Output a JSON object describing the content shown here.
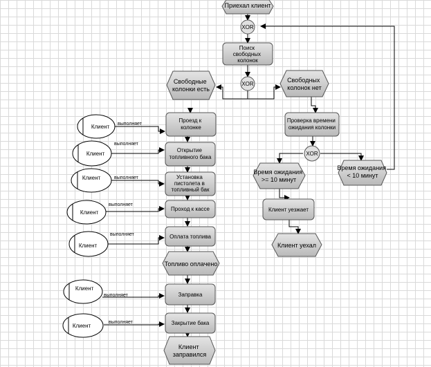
{
  "events": {
    "arrived": "Приехал клиент",
    "free_columns_yes": [
      "Свободные",
      "колонки есть"
    ],
    "free_columns_no": [
      "Свободных",
      "колонок нет"
    ],
    "wait_long": [
      "Время ожидания",
      ">= 10 минут"
    ],
    "wait_short": [
      "Время ожидания",
      "< 10 минут"
    ],
    "client_left": "Клиент уехал",
    "fuel_paid": "Топливо оплачено",
    "client_refueled": [
      "Клиент",
      "заправился"
    ]
  },
  "functions": {
    "search_columns": [
      "Поиск",
      "свободных",
      "колонок"
    ],
    "check_wait_time": [
      "Проверка времени",
      "ожидания колонки"
    ],
    "client_leaves": "Клиент уезжает",
    "drive_to_column": [
      "Проезд к",
      "колонке"
    ],
    "open_tank": [
      "Открытие",
      "топливного бака"
    ],
    "install_nozzle": [
      "Установка",
      "пистолета в",
      "топливный бак"
    ],
    "go_to_cashier": "Проход к кассе",
    "pay_fuel": "Оплата топлива",
    "refuel": "Заправка",
    "close_tank": "Закрытие бака"
  },
  "connectors": {
    "xor": "XOR"
  },
  "roles": {
    "client": "Клиент",
    "performs": "выполняет"
  },
  "colors": {
    "shape_fill": "#cfcfcf",
    "shape_stroke": "#555555",
    "line": "#000000",
    "oval_fill": "#ffffff"
  }
}
